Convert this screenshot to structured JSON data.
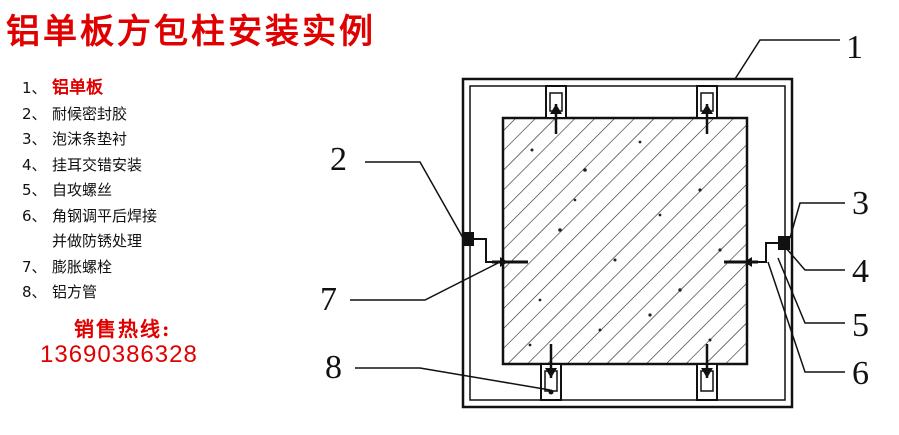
{
  "title": "铝单板方包柱安装实例",
  "legend": [
    {
      "num": "1、",
      "text": "铝单板"
    },
    {
      "num": "2、",
      "text": "耐候密封胶"
    },
    {
      "num": "3、",
      "text": "泡沫条垫衬"
    },
    {
      "num": "4、",
      "text": "挂耳交错安装"
    },
    {
      "num": "5、",
      "text": "自攻螺丝"
    },
    {
      "num": "6、",
      "text": "角钢调平后焊接"
    },
    {
      "num": "",
      "text": "并做防锈处理"
    },
    {
      "num": "7、",
      "text": "膨胀螺栓"
    },
    {
      "num": "8、",
      "text": "铝方管"
    }
  ],
  "hotline": {
    "label": "销售热线:",
    "number": "13690386328"
  },
  "callouts": [
    "1",
    "2",
    "3",
    "4",
    "5",
    "6",
    "7",
    "8"
  ],
  "colors": {
    "accent": "#e00000",
    "line": "#111111"
  }
}
